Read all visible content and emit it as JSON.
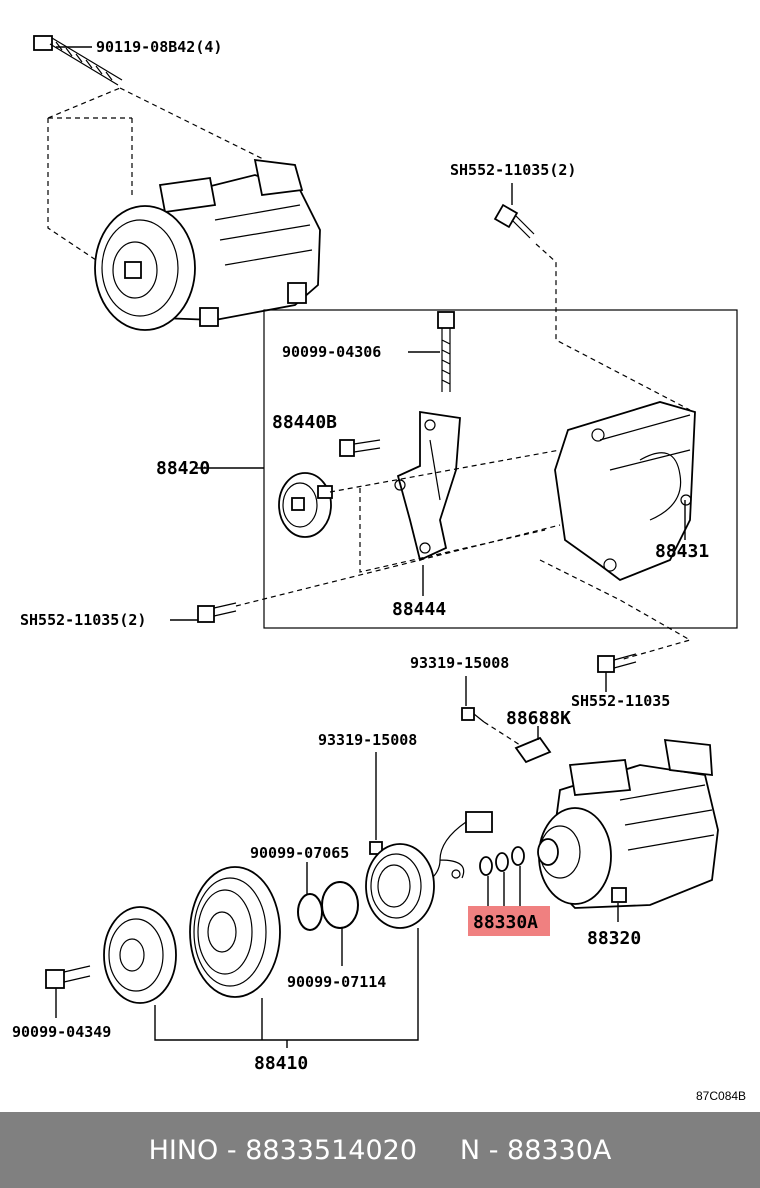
{
  "labels": {
    "bolt_top": "90119-08B42(4)",
    "bolt_sh_top": "SH552-11035(2)",
    "bolt_bracket": "90099-04306",
    "idler_bolt": "88440B",
    "bracket_assy": "88420",
    "bracket_right": "88431",
    "bolt_sh_left": "SH552-11035(2)",
    "bracket_lower": "88444",
    "screw_1": "93319-15008",
    "sh_right": "SH552-11035",
    "clip": "88688K",
    "screw_2": "93319-15008",
    "snap_ring_1": "90099-07065",
    "snap_ring_2": "90099-07114",
    "shims": "88330A",
    "compressor": "88320",
    "bolt_hub": "90099-04349",
    "clutch_assy": "88410",
    "diagram_ref": "87C084B"
  },
  "highlight_color": "#f08080",
  "footer": {
    "text": "HINO - 8833514020     N - 88330A"
  }
}
